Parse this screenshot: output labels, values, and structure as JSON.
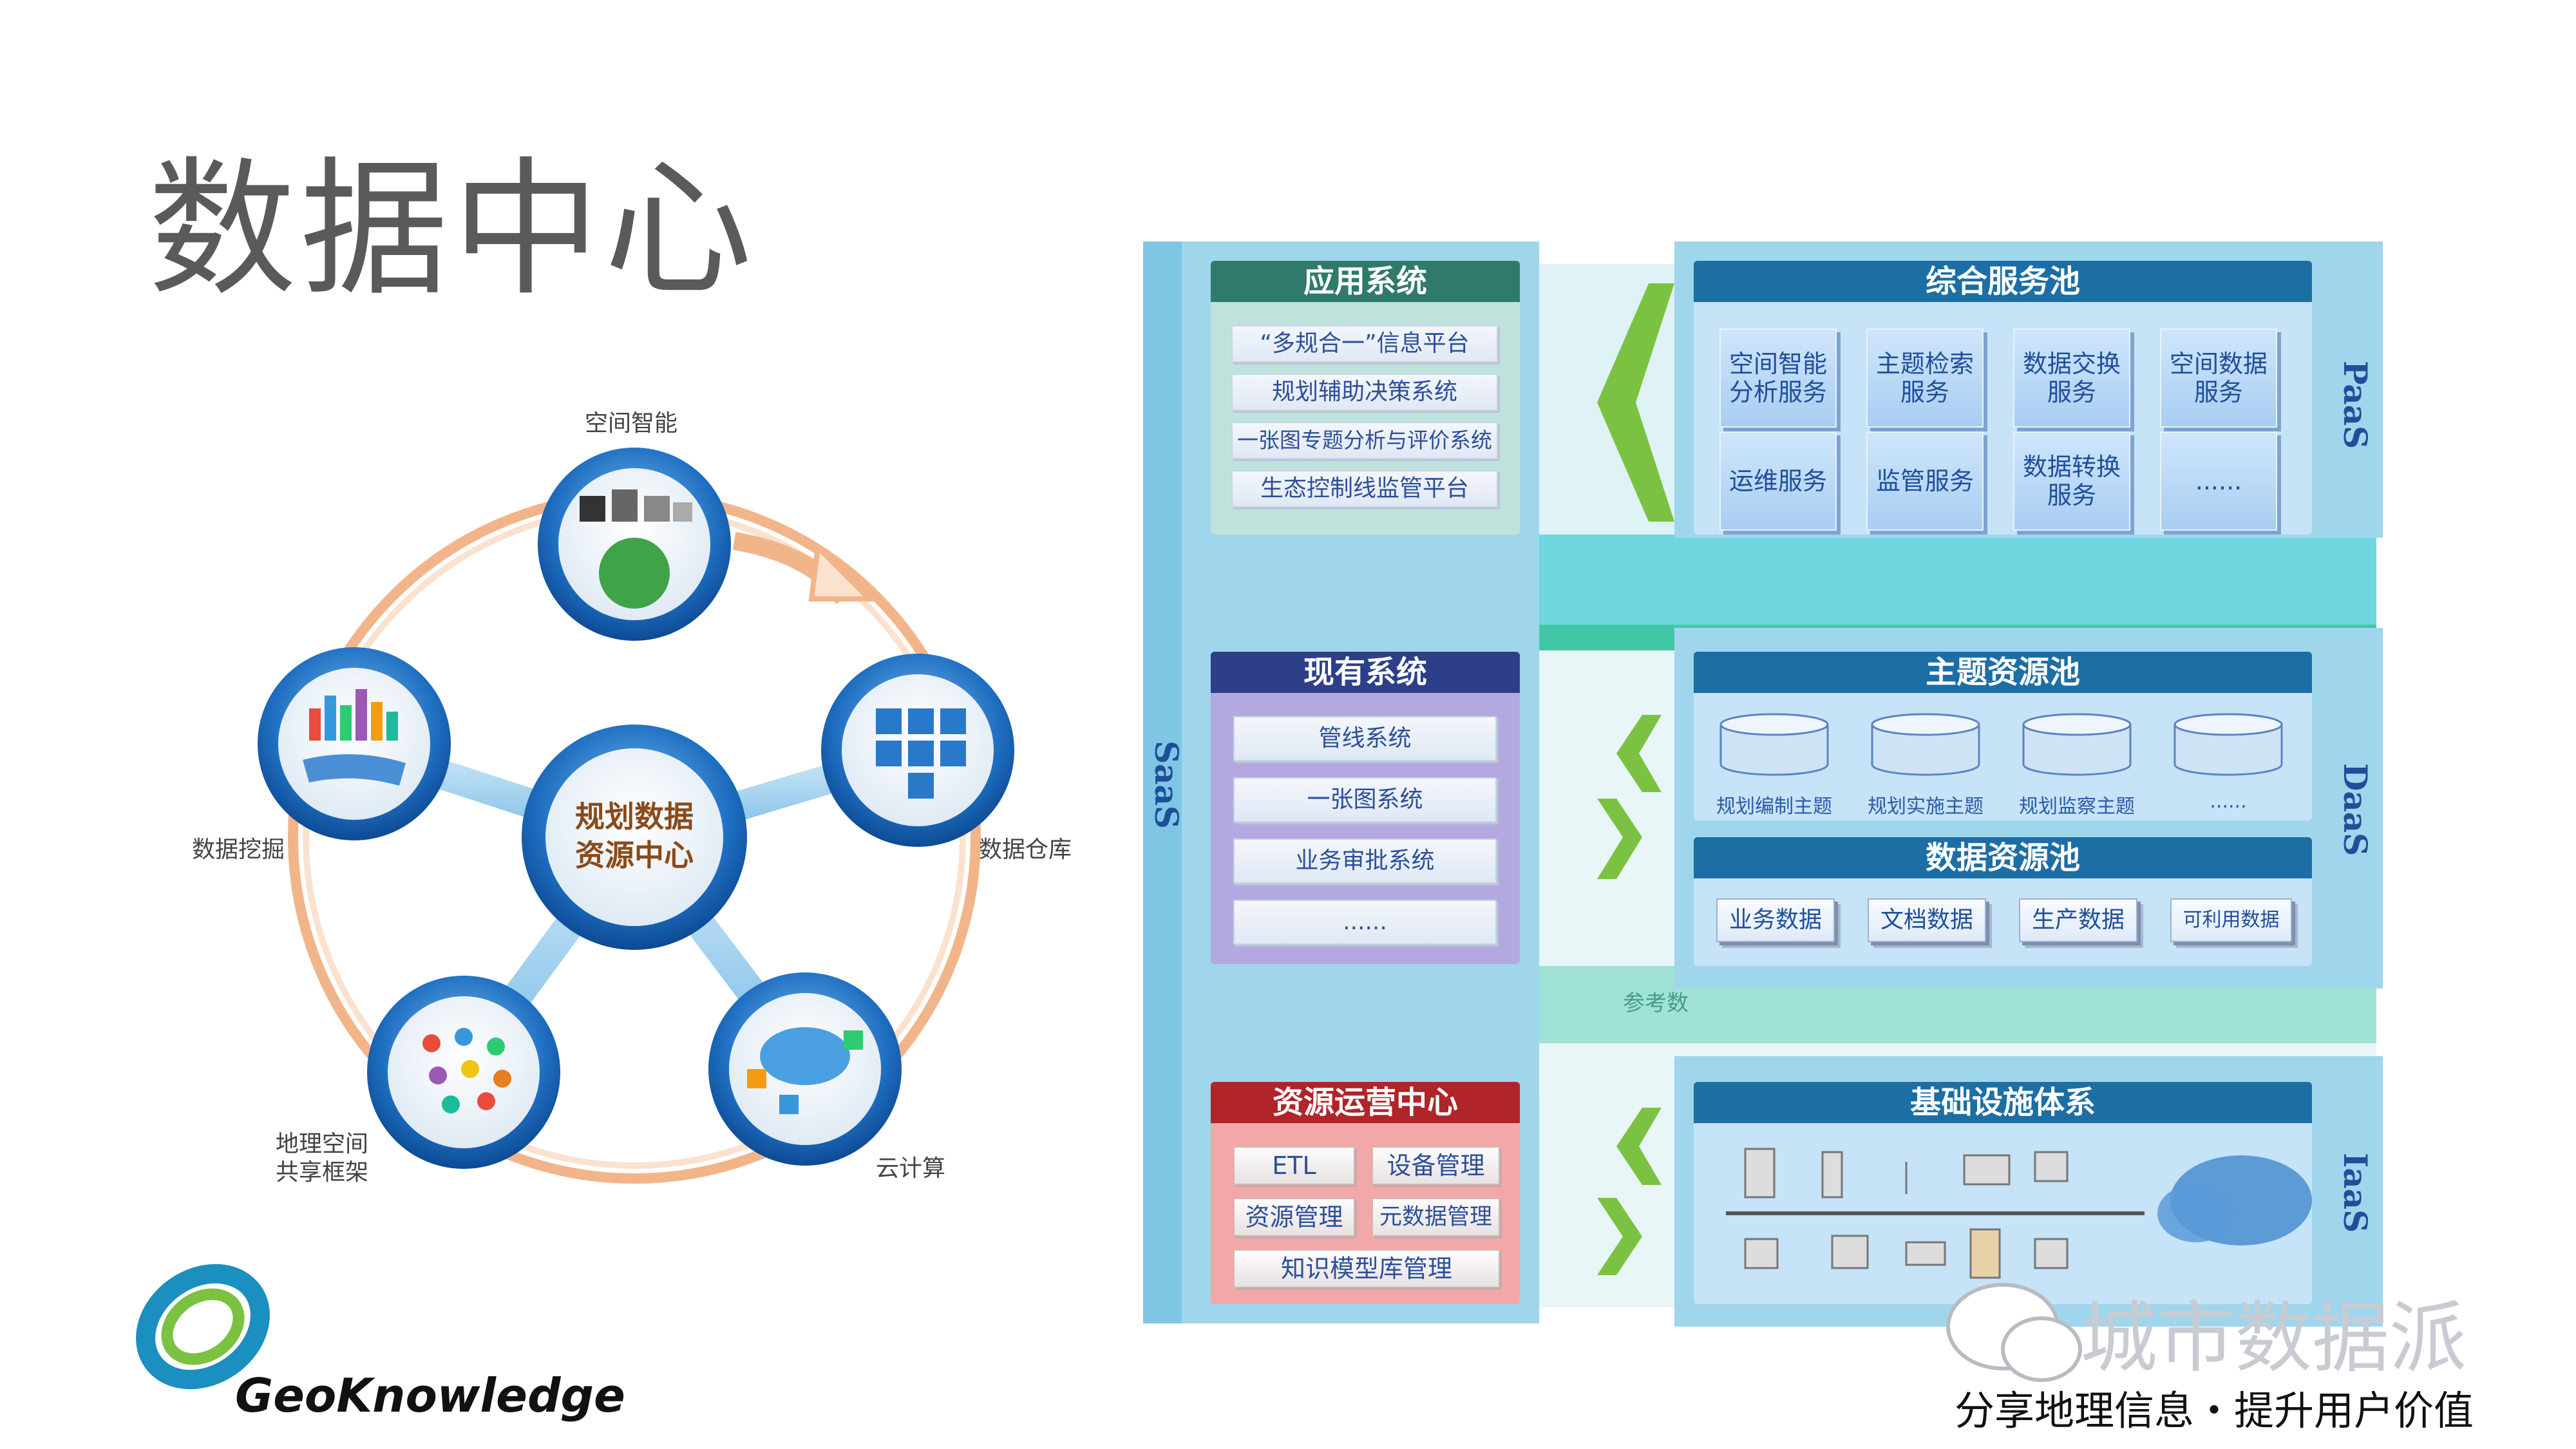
{
  "page_title": "数据中心",
  "cycle": {
    "center": [
      "规划数据",
      "资源中心"
    ],
    "nodes": {
      "top": "空间智能",
      "right": "数据仓库",
      "bottom_right": "云计算",
      "bottom_left": [
        "地理空间",
        "共享框架"
      ],
      "left": "数据挖掘"
    }
  },
  "architecture": {
    "side_labels": {
      "saas": "SaaS",
      "paas": "PaaS",
      "daas": "DaaS",
      "iaas": "IaaS"
    },
    "app_system": {
      "title": "应用系统",
      "items": [
        "“多规合一”信息平台",
        "规划辅助决策系统",
        "一张图专题分析与评价系统",
        "生态控制线监管平台"
      ]
    },
    "service_pool": {
      "title": "综合服务池",
      "items": [
        [
          "空间智能",
          "分析服务"
        ],
        [
          "主题检索",
          "服务"
        ],
        [
          "数据交换",
          "服务"
        ],
        [
          "空间数据",
          "服务"
        ],
        [
          "运维服务"
        ],
        [
          "监管服务"
        ],
        [
          "数据转换",
          "服务"
        ],
        [
          "......"
        ]
      ]
    },
    "existing_system": {
      "title": "现有系统",
      "items": [
        "管线系统",
        "一张图系统",
        "业务审批系统",
        "......"
      ]
    },
    "theme_pool": {
      "title": "主题资源池",
      "items": [
        "规划编制主题",
        "规划实施主题",
        "规划监察主题",
        "......"
      ]
    },
    "data_pool": {
      "title": "数据资源池",
      "items": [
        "业务数据",
        "文档数据",
        "生产数据",
        "可利用数据"
      ]
    },
    "ops_center": {
      "title": "资源运营中心",
      "items": [
        "ETL",
        "设备管理",
        "资源管理",
        "元数据管理",
        "知识模型库管理"
      ]
    },
    "infra": {
      "title": "基础设施体系"
    },
    "partial_text": "参考数"
  },
  "logo": {
    "text": "GeoKnowledge"
  },
  "watermark": {
    "name": "城市数据派",
    "slogan": "分享地理信息・提升用户价值"
  },
  "colors": {
    "app_hdr": "#2f7a6a",
    "service_hdr": "#1c6ea4",
    "existing_hdr": "#2e3f8a",
    "ops_hdr": "#b0242a",
    "arrow_green": "#7cc242",
    "frame": "#9fd6ec"
  }
}
